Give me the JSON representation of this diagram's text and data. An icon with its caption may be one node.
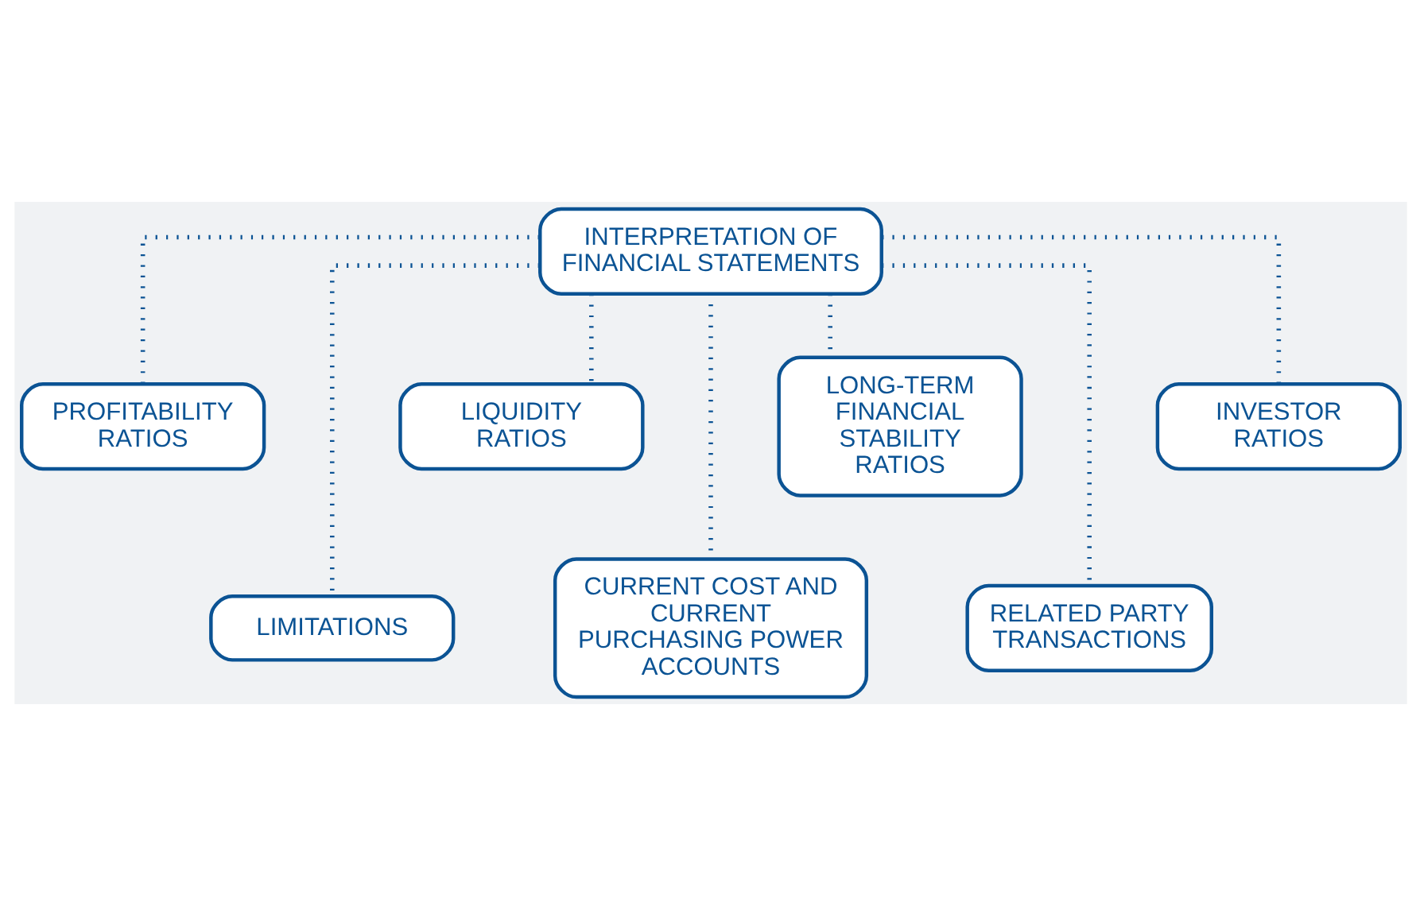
{
  "diagram": {
    "nodes": [
      {
        "text": [
          "INTERPRETATION OF FINANCIAL STATEMENTS"
        ]
      },
      {
        "text": [
          "PROFITABILITY RATIOS"
        ]
      },
      {
        "text": [
          "LIQUIDITY RATIOS"
        ]
      },
      {
        "text": [
          "LONG-TERM FINANCIAL STABILITY RATIOS"
        ]
      },
      {
        "text": [
          "INVESTOR RATIOS"
        ]
      },
      {
        "text": [
          "LIMITATIONS"
        ]
      },
      {
        "text": [
          "CURRENT COST AND CURRENT PURCHASING POWER ACCOUNTS"
        ]
      },
      {
        "text": [
          "RELATED PARTY TRANSACTIONS"
        ]
      }
    ],
    "edges": [
      {
        "from": 0,
        "to": 1,
        "arrow": "none"
      },
      {
        "from": 0,
        "to": 5,
        "arrow": "none"
      },
      {
        "from": 0,
        "to": 2,
        "arrow": "none"
      },
      {
        "from": 0,
        "to": 6,
        "arrow": "none"
      },
      {
        "from": 0,
        "to": 3,
        "arrow": "none"
      },
      {
        "from": 0,
        "to": 7,
        "arrow": "none"
      },
      {
        "from": 0,
        "to": 4,
        "arrow": "none"
      }
    ]
  }
}
